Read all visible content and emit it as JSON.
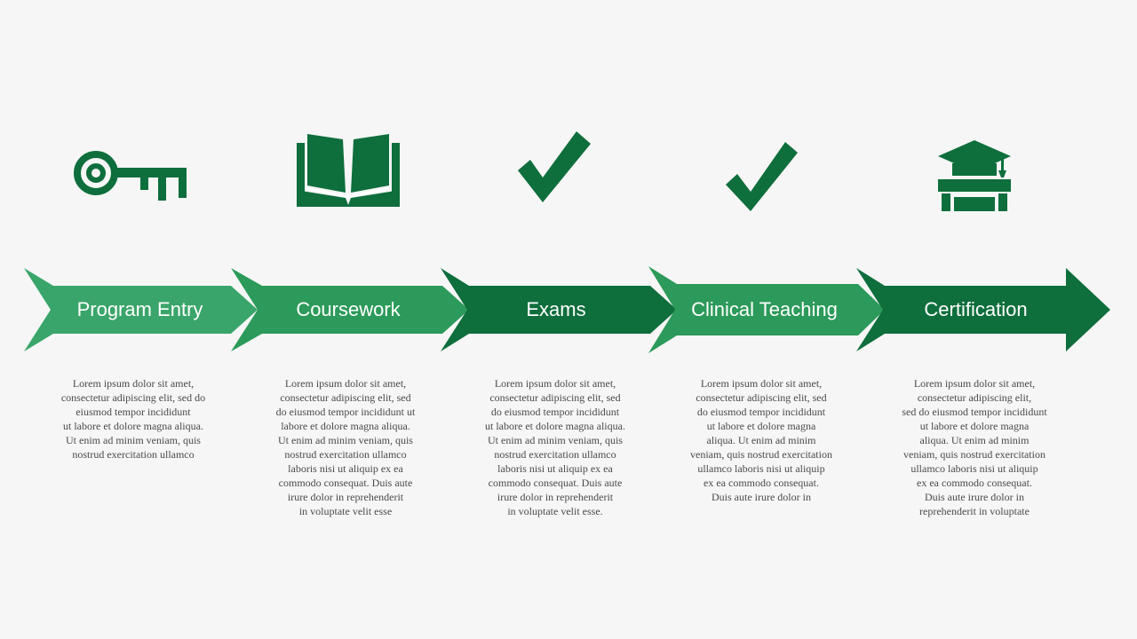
{
  "colors": {
    "dark_green": "#0e6e3c",
    "medium_green": "#2c9a5a",
    "light_green": "#3aa56a",
    "background": "#f6f6f6"
  },
  "stages": [
    {
      "label": "Program Entry",
      "icon": "key-icon",
      "description": [
        "Lorem ipsum dolor sit amet,",
        "consectetur adipiscing elit, sed do",
        "eiusmod tempor incididunt",
        "ut labore et dolore magna aliqua.",
        "Ut enim ad minim veniam, quis",
        "nostrud exercitation ullamco"
      ]
    },
    {
      "label": "Coursework",
      "icon": "open-book-icon",
      "description": [
        "Lorem ipsum dolor sit amet,",
        "consectetur adipiscing elit, sed",
        "do eiusmod tempor incididunt ut",
        "labore et dolore magna aliqua.",
        "Ut enim ad minim veniam, quis",
        "nostrud exercitation ullamco",
        "laboris nisi ut aliquip ex ea",
        "commodo consequat. Duis aute",
        "irure dolor in reprehenderit",
        "in voluptate velit esse"
      ]
    },
    {
      "label": "Exams",
      "icon": "checkmark-icon",
      "description": [
        "Lorem ipsum dolor sit amet,",
        "consectetur adipiscing elit, sed",
        "do eiusmod tempor incididunt",
        "ut labore et dolore magna aliqua.",
        "Ut enim ad minim veniam, quis",
        "nostrud exercitation ullamco",
        "laboris nisi ut aliquip ex ea",
        "commodo consequat. Duis aute",
        "irure dolor in reprehenderit",
        "in voluptate velit esse."
      ]
    },
    {
      "label": "Clinical Teaching",
      "icon": "checkmark-icon",
      "description": [
        "Lorem ipsum dolor sit amet,",
        "consectetur adipiscing elit, sed",
        "do eiusmod tempor incididunt",
        "ut labore et dolore magna",
        "aliqua. Ut enim ad minim",
        "veniam, quis nostrud exercitation",
        "ullamco laboris nisi ut aliquip",
        "ex ea commodo consequat.",
        "Duis aute irure dolor in"
      ]
    },
    {
      "label": "Certification",
      "icon": "graduation-cap-icon",
      "description": [
        "Lorem ipsum dolor sit amet,",
        "consectetur adipiscing elit,",
        "sed do eiusmod tempor incididunt",
        "ut labore et dolore magna",
        "aliqua. Ut enim ad minim",
        "veniam, quis nostrud exercitation",
        "ullamco laboris nisi ut aliquip",
        "ex ea commodo consequat.",
        "Duis aute irure dolor in",
        "reprehenderit in voluptate"
      ]
    }
  ]
}
